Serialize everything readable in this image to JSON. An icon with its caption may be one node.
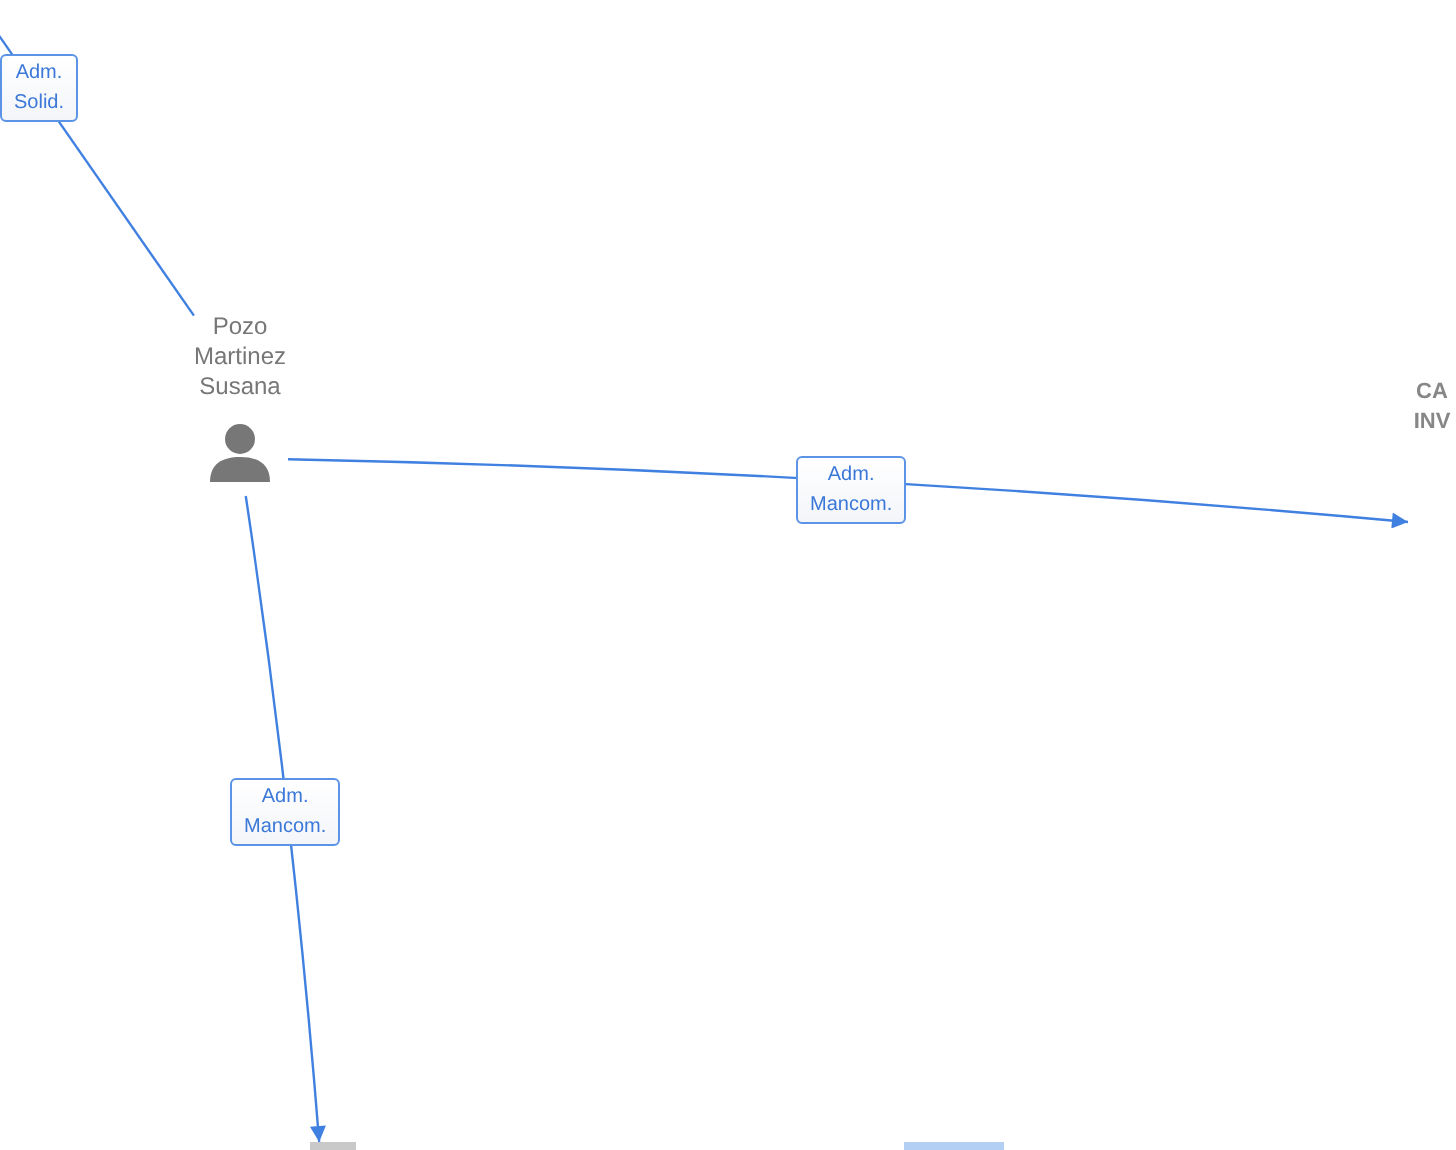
{
  "diagram": {
    "nodes": [
      {
        "text": [
          "Pozo Martinez Susana"
        ]
      },
      {
        "text": [
          "CA INV"
        ]
      },
      {
        "text": [],
        "shape": "bar"
      },
      {
        "text": [],
        "shape": "bar"
      }
    ],
    "edges": [
      {
        "from": 0,
        "to": null,
        "arrow": "none",
        "label": "Adm. Solid."
      },
      {
        "from": 0,
        "to": 1,
        "arrow": "to",
        "label": "Adm. Mancom."
      },
      {
        "from": 0,
        "to": 2,
        "arrow": "to",
        "label": "Adm. Mancom."
      }
    ]
  }
}
